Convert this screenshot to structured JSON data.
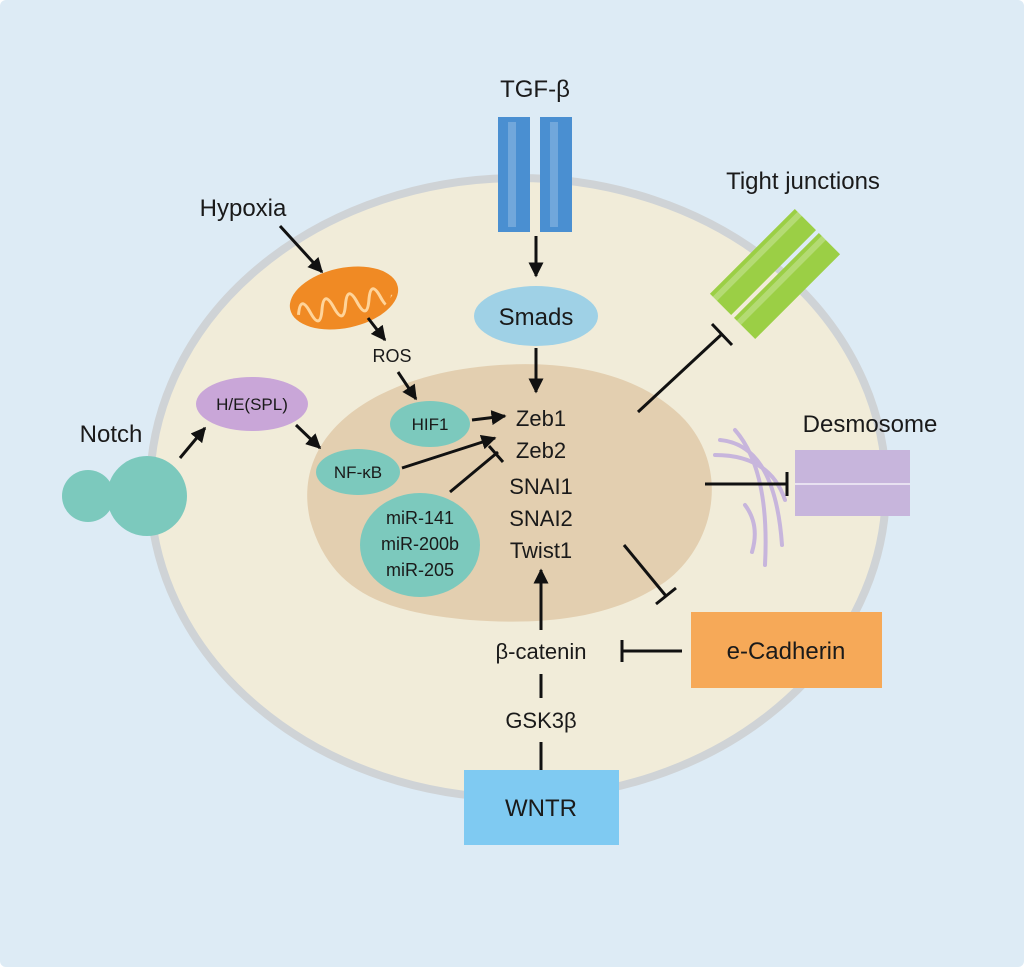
{
  "colors": {
    "background": "#ddebf5",
    "cell": "#f1ecd9",
    "cell_border": "#cfd3d6",
    "nucleus": "#e3cfb0",
    "receptor": "#4a8fd1",
    "smads": "#9fd1e6",
    "mitochondrion": "#f08a24",
    "hes": "#c9a6d8",
    "teal": "#7cc9bd",
    "tight_junction": "#9bcf45",
    "desmosome": "#c7b5dc",
    "cadherin": "#f6a958",
    "wntr": "#7fcaf2"
  },
  "labels": {
    "tgf_beta": "TGF-β",
    "hypoxia": "Hypoxia",
    "ros": "ROS",
    "smads": "Smads",
    "notch": "Notch",
    "hes": "H/E(SPL)",
    "hif1": "HIF1",
    "nfkb": "NF-κB",
    "mir141": "miR-141",
    "mir200b": "miR-200b",
    "mir205": "miR-205",
    "zeb1": "Zeb1",
    "zeb2": "Zeb2",
    "snai1": "SNAI1",
    "snai2": "SNAI2",
    "twist1": "Twist1",
    "tight_junctions": "Tight junctions",
    "desmosome": "Desmosome",
    "e_cadherin": "e-Cadherin",
    "beta_catenin": "β-catenin",
    "gsk3b": "GSK3β",
    "wntr": "WNTR"
  }
}
